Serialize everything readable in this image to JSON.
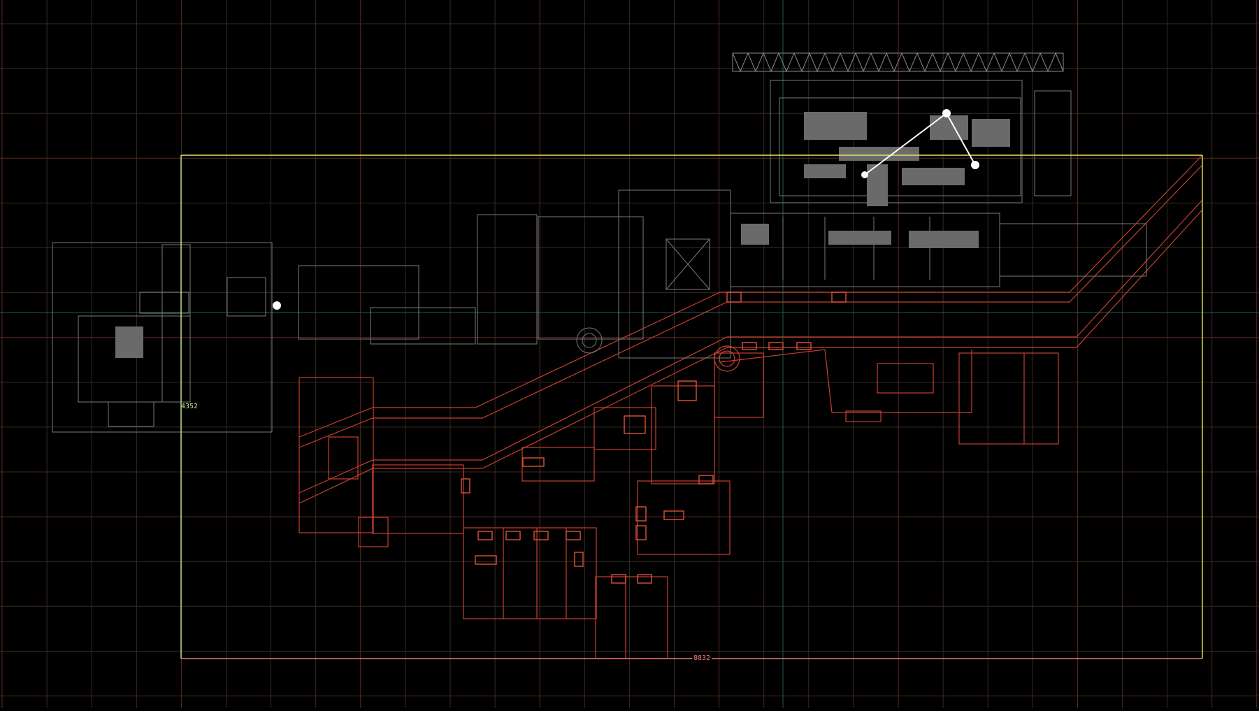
{
  "viewport": {
    "view": "top",
    "grid": true,
    "colors": {
      "background": "#000000",
      "grid_line": "#3a2a22",
      "grid_line_accent": "#5a2c22",
      "axis_line": "#1f5a5a",
      "bounds_yellow": "#e6e65a",
      "bounds_left": "#c8e68c",
      "bounds_bottom": "#f07878",
      "brush_gray": "#7a7a7a",
      "brush_gray_light": "#9a9a9a",
      "brush_red": "#c8402e",
      "brush_red_bright": "#e0503a",
      "selection_white": "#ffffff"
    }
  },
  "dimensions": {
    "height_label": "4352",
    "width_label": "8832"
  },
  "selection": {
    "kind": "path",
    "node_icon": "path-node-icon"
  }
}
